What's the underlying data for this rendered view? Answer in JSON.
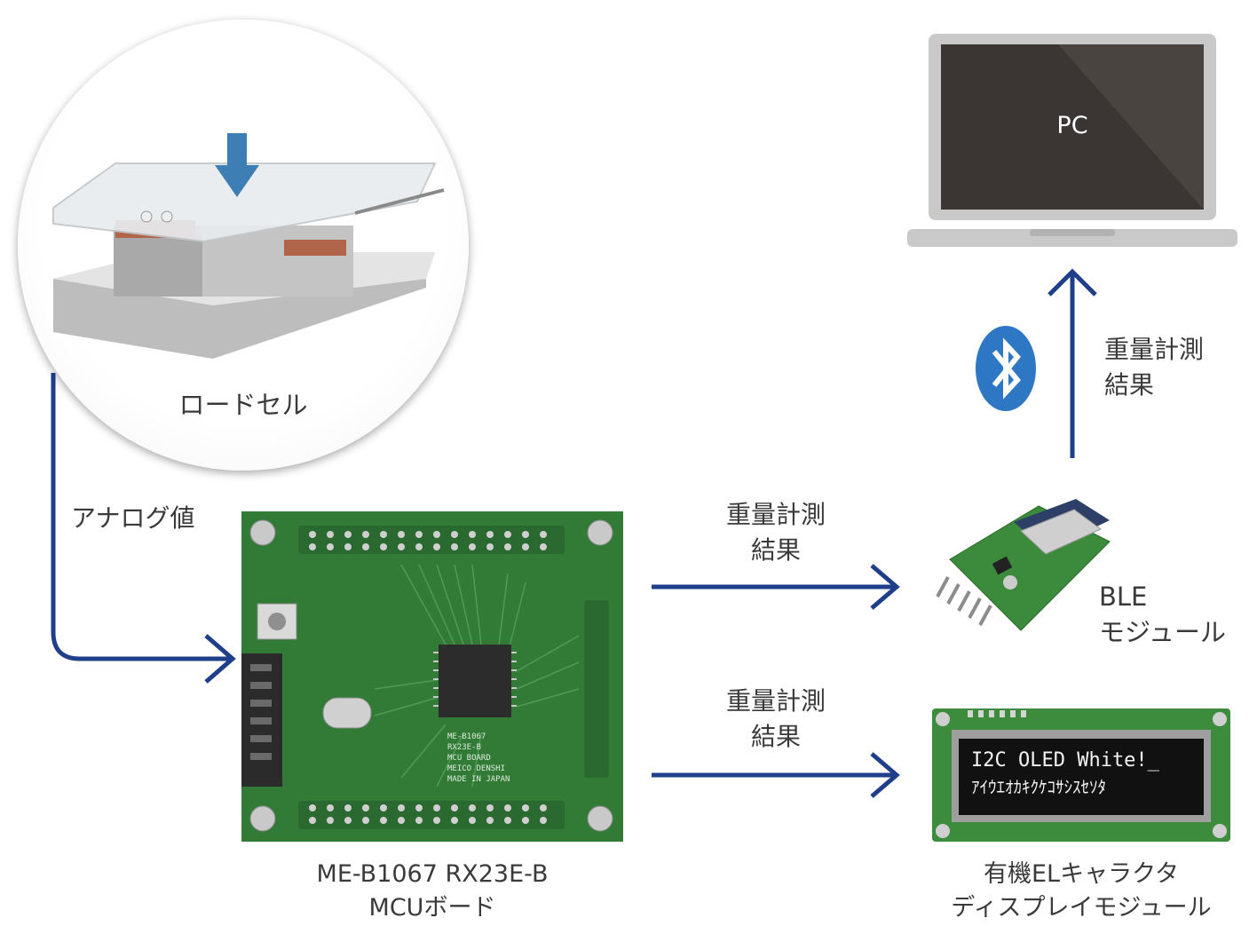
{
  "nodes": {
    "loadcell": {
      "label": "ロードセル"
    },
    "mcu": {
      "line1": "ME-B1067 RX23E-B",
      "line2": "MCUボード",
      "chip_text": [
        "ME-B1067",
        "RX23E-B",
        "MCU BOARD",
        "MEICO DENSHI",
        "MADE IN JAPAN"
      ]
    },
    "ble": {
      "line1": "BLE",
      "line2": "モジュール"
    },
    "oled": {
      "line1": "有機ELキャラクタ",
      "line2": "ディスプレイモジュール",
      "screen_line1": "I2C OLED White!_",
      "screen_line2": "ｱｲｳｴｵｶｷｸｹｺｻｼｽｾｿﾀ"
    },
    "pc": {
      "label": "PC"
    }
  },
  "edges": {
    "analog": {
      "label": "アナログ値"
    },
    "mcu_to_ble": {
      "line1": "重量計測",
      "line2": "結果"
    },
    "mcu_to_oled": {
      "line1": "重量計測",
      "line2": "結果"
    },
    "ble_to_pc": {
      "line1": "重量計測",
      "line2": "結果"
    }
  },
  "colors": {
    "arrow": "#1f3f8a",
    "bluetooth": "#2e77c4",
    "pcb": "#2f7a35",
    "laptop_frame": "#c9c9c9",
    "screen": "#3b3533"
  }
}
